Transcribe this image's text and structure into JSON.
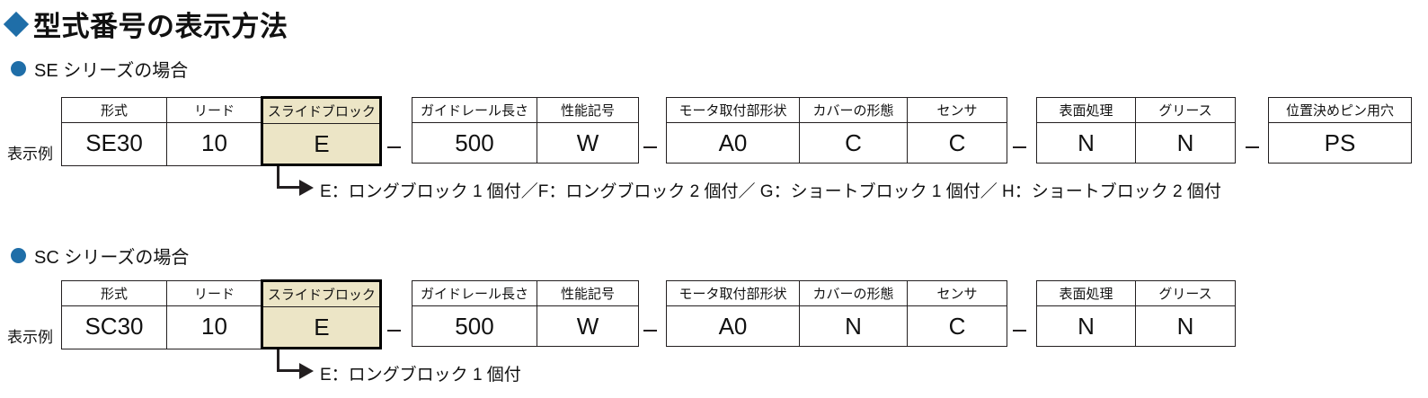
{
  "title": "型式番号の表示方法",
  "colors": {
    "accent": "#1F6EA8",
    "highlight_fill": "#ECE5C6",
    "line": "#231F20"
  },
  "row_label": "表示例",
  "separator": "–",
  "sections": [
    {
      "heading": "SE シリーズの場合",
      "groups": [
        {
          "columns": [
            {
              "header": "形式",
              "value": "SE30",
              "highlight": false
            },
            {
              "header": "リード",
              "value": "10",
              "highlight": false
            },
            {
              "header": "スライドブロック",
              "value": "E",
              "highlight": true
            }
          ]
        },
        {
          "columns": [
            {
              "header": "ガイドレール長さ",
              "value": "500",
              "highlight": false
            },
            {
              "header": "性能記号",
              "value": "W",
              "highlight": false
            }
          ]
        },
        {
          "columns": [
            {
              "header": "モータ取付部形状",
              "value": "A0",
              "highlight": false
            },
            {
              "header": "カバーの形態",
              "value": "C",
              "highlight": false
            },
            {
              "header": "センサ",
              "value": "C",
              "highlight": false
            }
          ]
        },
        {
          "columns": [
            {
              "header": "表面処理",
              "value": "N",
              "highlight": false
            },
            {
              "header": "グリース",
              "value": "N",
              "highlight": false
            }
          ]
        },
        {
          "columns": [
            {
              "header": "位置決めピン用穴",
              "value": "PS",
              "highlight": false
            }
          ]
        }
      ],
      "callout": "E：ロングブロック 1 個付／F：ロングブロック 2 個付／ G：ショートブロック 1 個付／ H：ショートブロック 2 個付"
    },
    {
      "heading": "SC シリーズの場合",
      "groups": [
        {
          "columns": [
            {
              "header": "形式",
              "value": "SC30",
              "highlight": false
            },
            {
              "header": "リード",
              "value": "10",
              "highlight": false
            },
            {
              "header": "スライドブロック",
              "value": "E",
              "highlight": true
            }
          ]
        },
        {
          "columns": [
            {
              "header": "ガイドレール長さ",
              "value": "500",
              "highlight": false
            },
            {
              "header": "性能記号",
              "value": "W",
              "highlight": false
            }
          ]
        },
        {
          "columns": [
            {
              "header": "モータ取付部形状",
              "value": "A0",
              "highlight": false
            },
            {
              "header": "カバーの形態",
              "value": "N",
              "highlight": false
            },
            {
              "header": "センサ",
              "value": "C",
              "highlight": false
            }
          ]
        },
        {
          "columns": [
            {
              "header": "表面処理",
              "value": "N",
              "highlight": false
            },
            {
              "header": "グリース",
              "value": "N",
              "highlight": false
            }
          ]
        }
      ],
      "callout": "E：ロングブロック 1 個付"
    }
  ]
}
